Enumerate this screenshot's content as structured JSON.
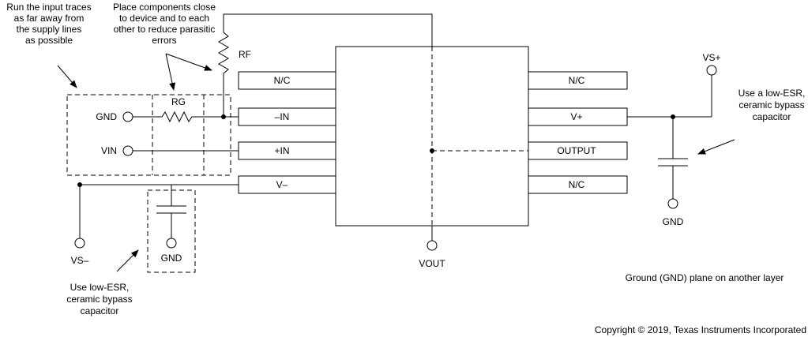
{
  "notes": {
    "input_traces": [
      "Run the input traces",
      "as far away from",
      "the supply lines",
      "as possible"
    ],
    "place_components": [
      "Place components close",
      "to device and to each",
      "other to reduce parasitic",
      "errors"
    ],
    "bypass_right": [
      "Use a low-ESR,",
      "ceramic bypass",
      "capacitor"
    ],
    "bypass_left": [
      "Use low-ESR,",
      "ceramic bypass",
      "capacitor"
    ],
    "ground_plane": "Ground (GND) plane on another layer"
  },
  "components": {
    "rf": "RF",
    "rg": "RG"
  },
  "pins": {
    "left": [
      "N/C",
      "–IN",
      "+IN",
      "V–"
    ],
    "right": [
      "N/C",
      "V+",
      "OUTPUT",
      "N/C"
    ]
  },
  "terminals": {
    "gnd_in": "GND",
    "vin": "VIN",
    "vs_minus": "VS–",
    "gnd_left_cap": "GND",
    "vout": "VOUT",
    "vs_plus": "VS+",
    "gnd_right_cap": "GND"
  },
  "copyright": "Copyright © 2019, Texas Instruments Incorporated"
}
